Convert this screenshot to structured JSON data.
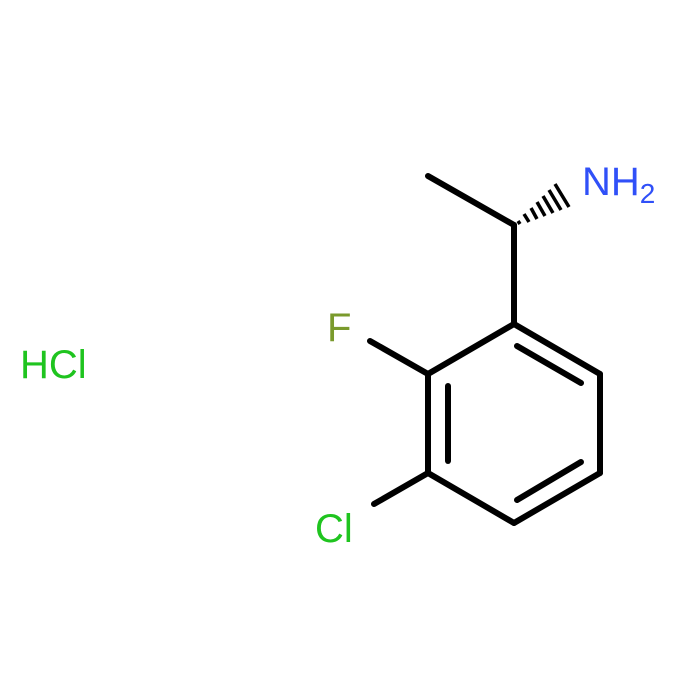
{
  "molecule": {
    "labels": {
      "amine": "NH",
      "amine_subscript": "2",
      "fluorine": "F",
      "chlorine": "Cl",
      "salt": "HCl"
    },
    "colors": {
      "bond": "#000000",
      "nitrogen": "#3050F8",
      "fluorine": "#7A9A2C",
      "chlorine": "#1FC41F"
    }
  }
}
